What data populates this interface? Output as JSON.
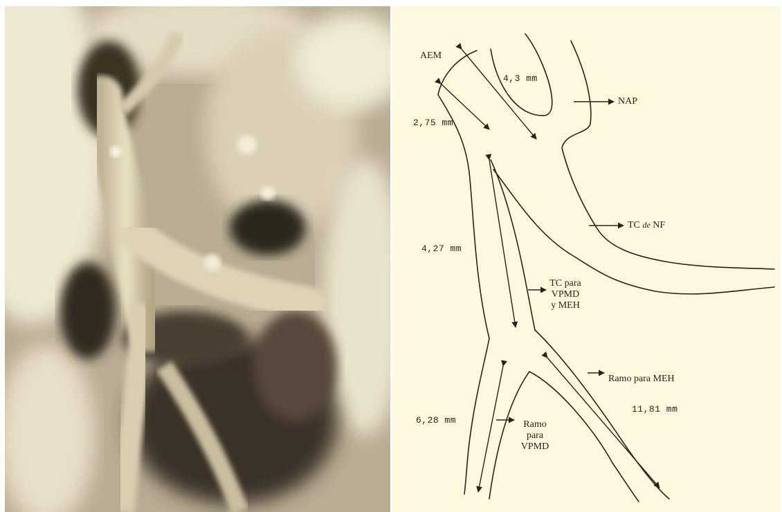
{
  "labels": {
    "aem": "AEM",
    "m_4_3": "4,3 mm",
    "m_2_75": "2,75 mm",
    "nap": "NAP",
    "tc_de": "TC",
    "tc_de_mid": "de",
    "tc_de_end": "NF",
    "m_4_27": "4,27 mm",
    "tc_para_1": "TC para",
    "tc_para_2": "VPMD",
    "tc_para_3": "y MEH",
    "ramo_meh": "Ramo para MEH",
    "m_11_81": "11,81 mm",
    "m_6_28": "6,28 mm",
    "ramo_vpmd_1": "Ramo",
    "ramo_vpmd_2": "para",
    "ramo_vpmd_3": "VPMD"
  },
  "colors": {
    "photo_base": "#c8bea8",
    "drawing_bg": "#fdf8de",
    "ink": "#2a2218"
  }
}
